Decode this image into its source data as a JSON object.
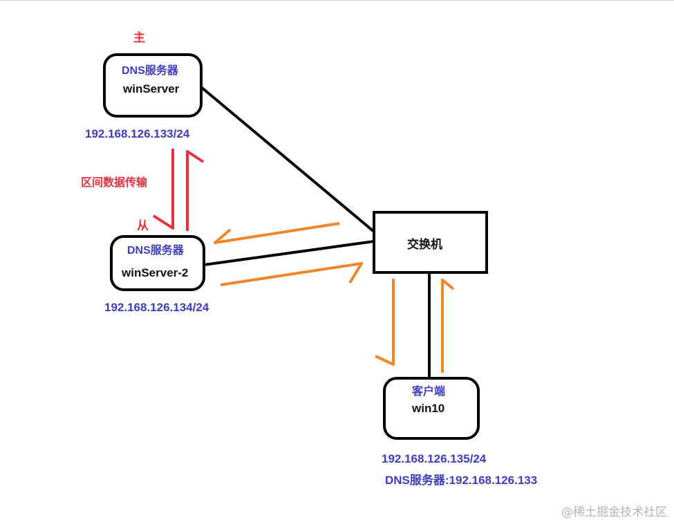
{
  "primary_label": "主",
  "secondary_label": "从",
  "zone_transfer_label": "区间数据传输",
  "primary_server": {
    "role": "DNS服务器",
    "hostname": "winServer",
    "ip": "192.168.126.133/24"
  },
  "secondary_server": {
    "role": "DNS服务器",
    "hostname": "winServer-2",
    "ip": "192.168.126.134/24"
  },
  "switch": {
    "label": "交换机"
  },
  "client": {
    "role": "客户端",
    "hostname": "win10",
    "ip": "192.168.126.135/24",
    "dns": "DNS服务器:192.168.126.133"
  },
  "watermark": "@稀土掘金技术社区",
  "colors": {
    "text_blue": "#3c3cc4",
    "text_red": "#e8313a",
    "transfer_arrow": "#e8313a",
    "query_arrow": "#f0852a",
    "link": "#000000"
  }
}
